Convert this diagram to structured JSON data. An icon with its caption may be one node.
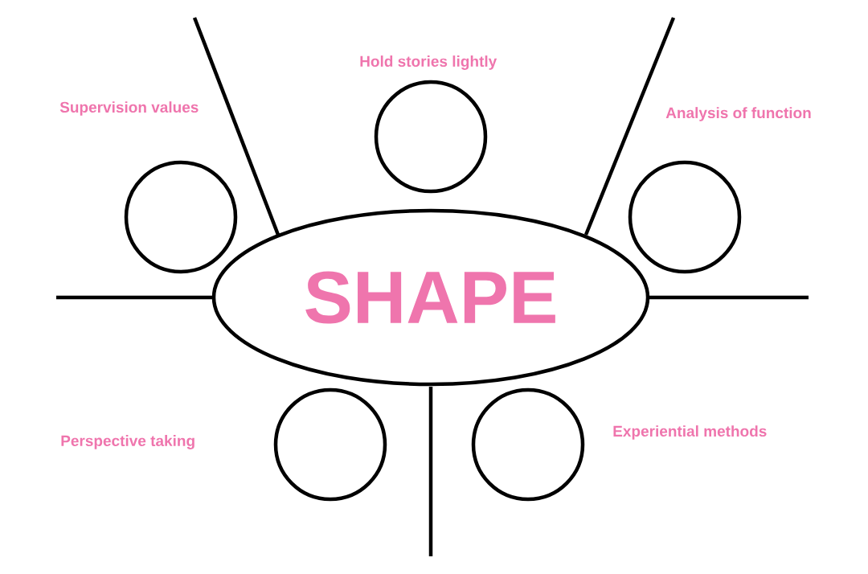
{
  "diagram": {
    "nodes": [
      {
        "text": [
          "SHAPE"
        ]
      },
      {
        "text": [],
        "shape": "circle"
      },
      {
        "text": [],
        "shape": "circle"
      },
      {
        "text": [],
        "shape": "circle"
      },
      {
        "text": [],
        "shape": "circle"
      },
      {
        "text": [],
        "shape": "circle"
      }
    ],
    "labels": [
      "Hold stories lightly",
      "Supervision values",
      "Analysis of function",
      "Experiential methods",
      "Perspective taking"
    ]
  }
}
